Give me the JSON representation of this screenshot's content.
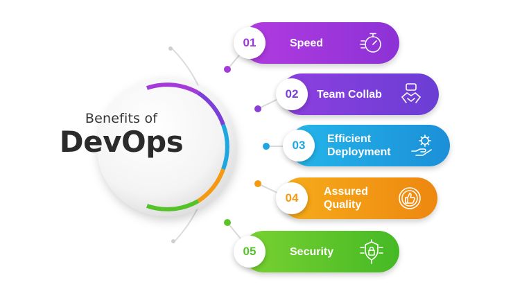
{
  "heading": {
    "subtitle": "Benefits of",
    "title": "DevOps"
  },
  "items": [
    {
      "number": "01",
      "label": "Speed",
      "color": "#9b35d9",
      "icon": "stopwatch-icon"
    },
    {
      "number": "02",
      "label": "Team Collab",
      "color": "#7a3fd8",
      "icon": "team-hands-icon"
    },
    {
      "number": "03",
      "label": "Efficient\nDeployment",
      "color": "#1da6e0",
      "icon": "gear-hand-icon"
    },
    {
      "number": "04",
      "label": "Assured\nQuality",
      "color": "#f39a12",
      "icon": "thumbs-up-badge-icon"
    },
    {
      "number": "05",
      "label": "Security",
      "color": "#55c22a",
      "icon": "shield-lock-icon"
    }
  ]
}
